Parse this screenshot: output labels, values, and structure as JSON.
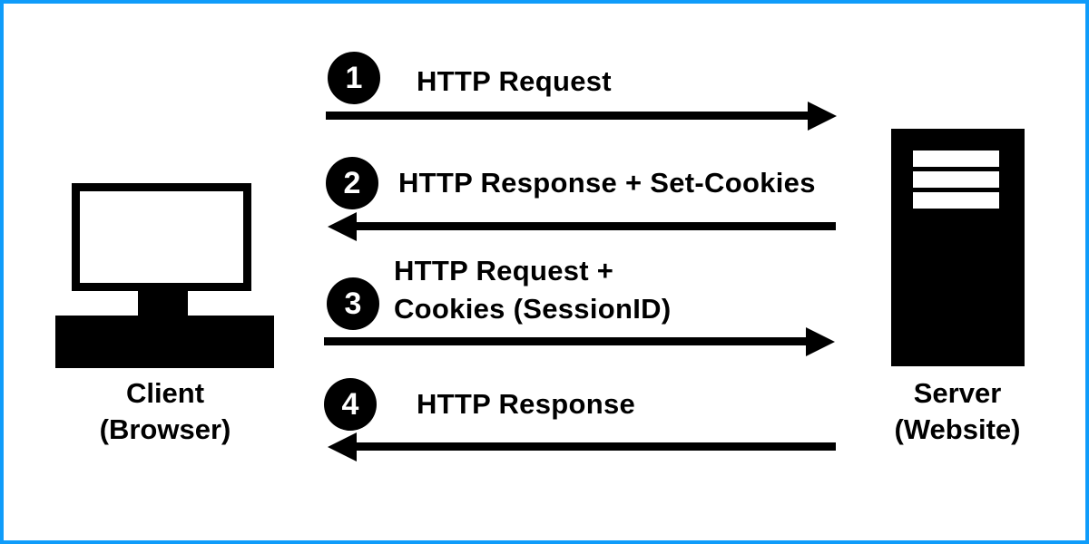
{
  "client": {
    "name": "Client",
    "qualifier": "(Browser)"
  },
  "server": {
    "name": "Server",
    "qualifier": "(Website)"
  },
  "messages": [
    {
      "step": "1",
      "direction": "right",
      "lines": [
        "HTTP Request"
      ]
    },
    {
      "step": "2",
      "direction": "left",
      "lines": [
        "HTTP Response + Set-Cookies"
      ]
    },
    {
      "step": "3",
      "direction": "right",
      "lines": [
        "HTTP Request +",
        "Cookies (SessionID)"
      ]
    },
    {
      "step": "4",
      "direction": "left",
      "lines": [
        "HTTP Response"
      ]
    }
  ],
  "colors": {
    "border": "#0f9cfa",
    "ink": "#000000",
    "badge_text": "#ffffff",
    "background": "#ffffff"
  }
}
